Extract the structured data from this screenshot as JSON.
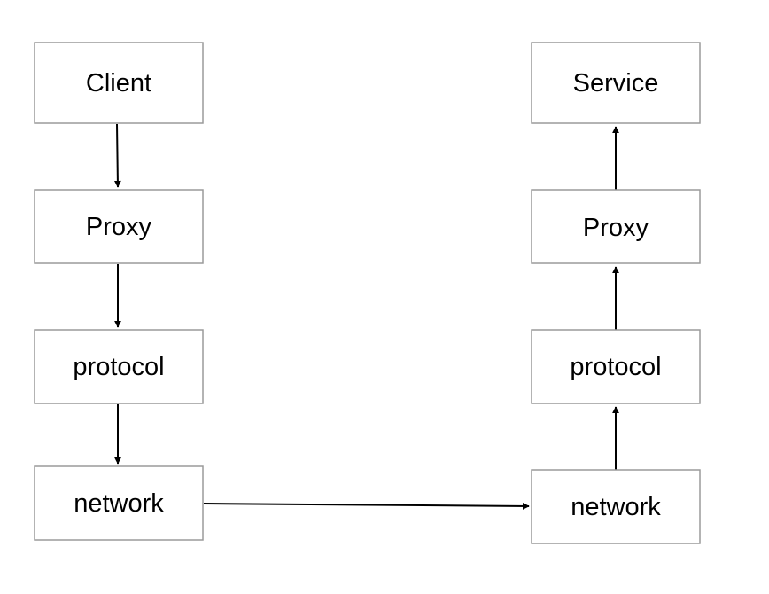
{
  "nodes": [
    {
      "id": "client",
      "label": "Client"
    },
    {
      "id": "proxy_left",
      "label": "Proxy"
    },
    {
      "id": "protocol_left",
      "label": "protocol"
    },
    {
      "id": "network_left",
      "label": "network"
    },
    {
      "id": "service",
      "label": "Service"
    },
    {
      "id": "proxy_right",
      "label": "Proxy"
    },
    {
      "id": "protocol_right",
      "label": "protocol"
    },
    {
      "id": "network_right",
      "label": "network"
    }
  ],
  "edges": [
    {
      "from": "client",
      "to": "proxy_left"
    },
    {
      "from": "proxy_left",
      "to": "protocol_left"
    },
    {
      "from": "protocol_left",
      "to": "network_left"
    },
    {
      "from": "network_left",
      "to": "network_right"
    },
    {
      "from": "network_right",
      "to": "protocol_right"
    },
    {
      "from": "protocol_right",
      "to": "proxy_right"
    },
    {
      "from": "proxy_right",
      "to": "service"
    }
  ]
}
